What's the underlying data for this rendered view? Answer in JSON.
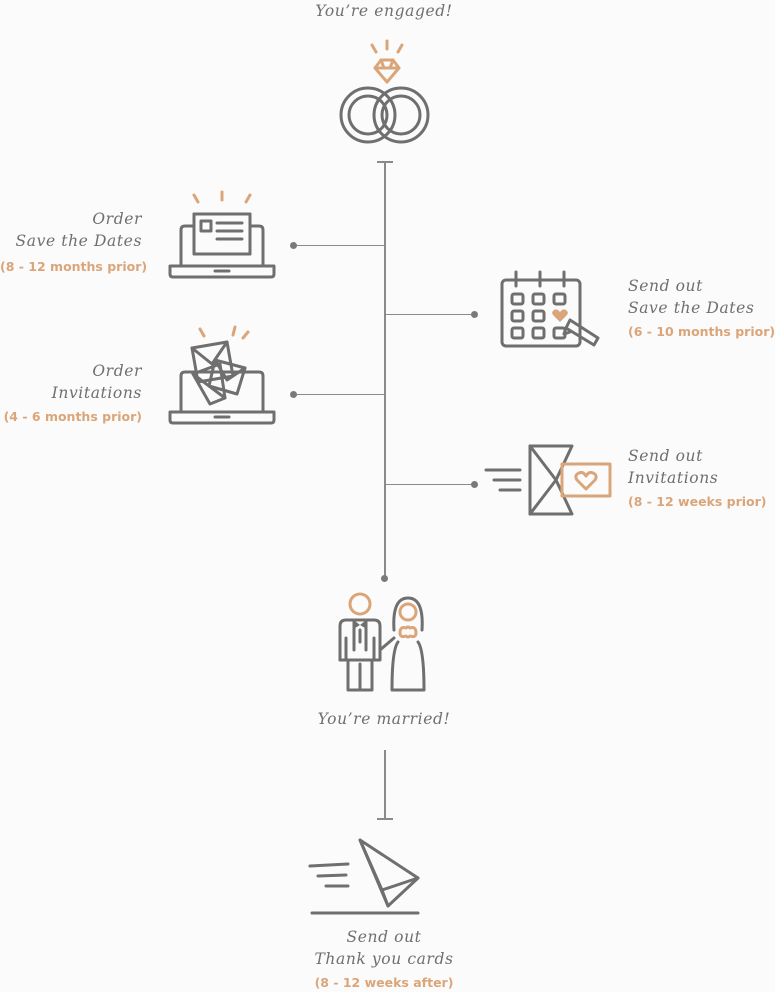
{
  "milestones": {
    "engaged": {
      "title": "You’re engaged!"
    },
    "order_save_dates": {
      "line1": "Order",
      "line2": "Save the Dates",
      "timing": "(8 - 12 months prior)"
    },
    "send_save_dates": {
      "line1": "Send out",
      "line2": "Save the Dates",
      "timing": "(6 - 10 months prior)"
    },
    "order_invitations": {
      "line1": "Order",
      "line2": "Invitations",
      "timing": "(4 - 6 months prior)"
    },
    "send_invitations": {
      "line1": "Send out",
      "line2": "Invitations",
      "timing": "(8 - 12 weeks prior)"
    },
    "married": {
      "title": "You’re married!"
    },
    "thank_you": {
      "line1": "Send out",
      "line2": "Thank you cards",
      "timing": "(8 - 12 weeks after)"
    }
  },
  "icons": {
    "engaged": "rings-icon",
    "order_save_dates": "laptop-card-icon",
    "send_save_dates": "calendar-heart-icon",
    "order_invitations": "laptop-envelopes-icon",
    "send_invitations": "flying-envelope-heart-icon",
    "married": "couple-icon",
    "thank_you": "paper-plane-envelope-icon"
  },
  "colors": {
    "accent": "#dba57a",
    "line": "#6f6f6f",
    "background": "#fbfbfb"
  }
}
